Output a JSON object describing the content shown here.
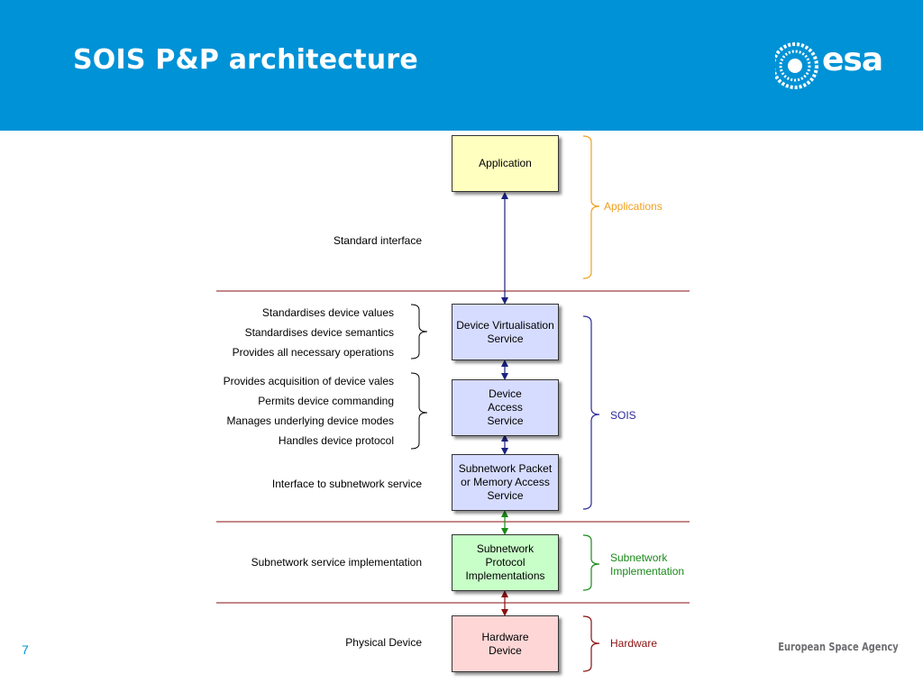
{
  "slide": {
    "title": "SOIS P&P architecture",
    "logo_text": "esa",
    "page_number": "7",
    "footer": "European Space Agency",
    "header_color": "#0092d6"
  },
  "boxes": {
    "application": "Application",
    "dvs": "Device Virtualisation Service",
    "das": "Device Access Service",
    "subnet_access": "Subnetwork Packet or Memory Access Service",
    "subnet_protocol": "Subnetwork Protocol Implementations",
    "hardware": "Hardware Device"
  },
  "labels": {
    "standard_interface": "Standard interface",
    "dvs_features": [
      "Standardises device values",
      "Standardises device semantics",
      "Provides all necessary operations"
    ],
    "das_features": [
      "Provides acquisition of device vales",
      "Permits device commanding",
      "Manages underlying device modes",
      "Handles device protocol"
    ],
    "subnet_interface": "Interface to subnetwork service",
    "subnet_impl": "Subnetwork service implementation",
    "physical_device": "Physical Device"
  },
  "groups": {
    "applications": "Applications",
    "sois": "SOIS",
    "subnetwork_implementation": "Subnetwork Implementation",
    "hardware": "Hardware"
  },
  "colors": {
    "application_fill": "#ffffc0",
    "sois_fill": "#d6dcff",
    "subnet_fill": "#c8ffc8",
    "hardware_fill": "#ffd6d6",
    "applications_group": "#f0a020",
    "sois_group": "#2a2a9a",
    "subnet_group": "#1a8a1a",
    "hardware_group": "#8a1010",
    "divider": "#8a1010"
  }
}
